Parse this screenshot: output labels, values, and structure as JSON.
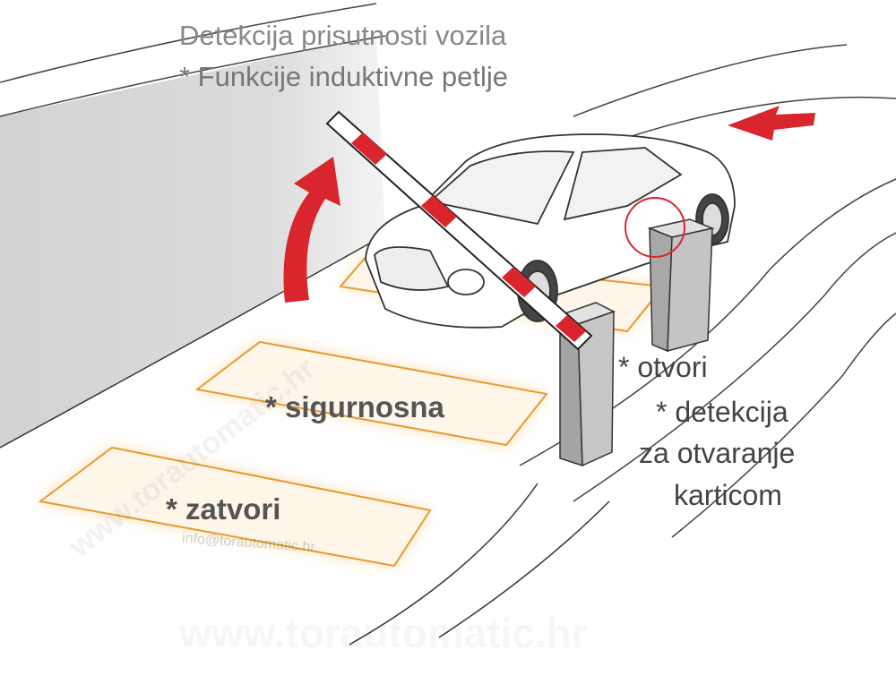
{
  "title_line1": "Detekcija prisutnosti vozila",
  "title_line2": "* Funkcije induktivne petlje",
  "loops": {
    "safety": "* sigurnosna",
    "close": "* zatvori"
  },
  "open_label": "* otvori",
  "card_label": {
    "line1": "* detekcija",
    "line2": "za otvaranje",
    "line3": "karticom"
  },
  "watermarks": {
    "diagonal": "www.torautomatic.hr",
    "email": "info@torautomatic.hr",
    "bottom": "www.torautomatic.hr"
  },
  "colors": {
    "accent_red": "#d9262e",
    "loop_orange": "#f0a030",
    "wall_gray": "#c8c8c8"
  }
}
